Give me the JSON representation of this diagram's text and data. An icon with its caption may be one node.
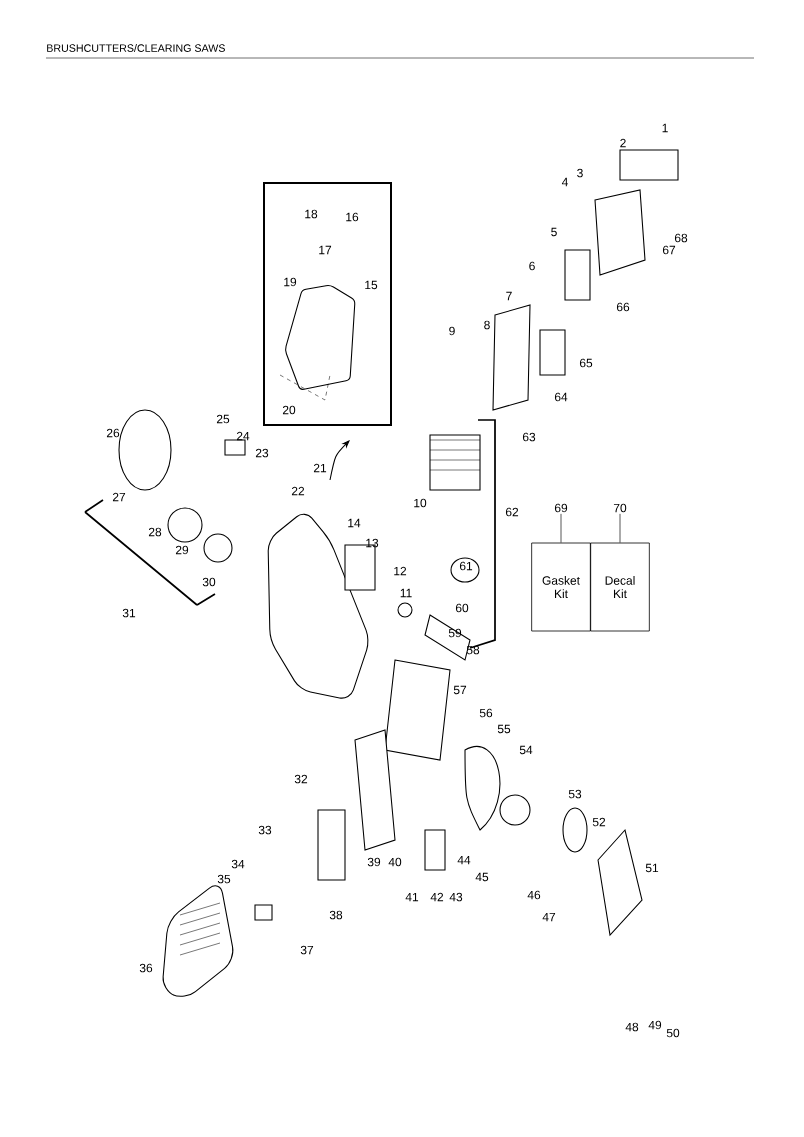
{
  "diagram": {
    "title": "BRUSHCUTTERS/CLEARING SAWS",
    "nodes": [
      {
        "text": [
          "69"
        ]
      },
      {
        "text": [
          "Gasket Kit"
        ]
      },
      {
        "text": [
          "70"
        ]
      },
      {
        "text": [
          "Decal Kit"
        ]
      }
    ],
    "edges": [
      {
        "from": 0,
        "to": 1,
        "arrow": "none"
      },
      {
        "from": 2,
        "to": 3,
        "arrow": "none"
      }
    ],
    "labels": [
      "1",
      "2",
      "3",
      "4",
      "5",
      "6",
      "7",
      "8",
      "9",
      "63",
      "64",
      "65",
      "66",
      "67",
      "68",
      "18",
      "16",
      "17",
      "19",
      "15",
      "20",
      "21",
      "26",
      "25",
      "24",
      "23",
      "22",
      "27",
      "28",
      "29",
      "30",
      "31",
      "14",
      "13",
      "12",
      "11",
      "10",
      "62",
      "61",
      "60",
      "59",
      "58",
      "57",
      "56",
      "55",
      "54",
      "53",
      "52",
      "51",
      "32",
      "33",
      "34",
      "35",
      "36",
      "37",
      "38",
      "39",
      "40",
      "41",
      "42",
      "43",
      "44",
      "45",
      "46",
      "47",
      "48",
      "49",
      "50"
    ]
  }
}
